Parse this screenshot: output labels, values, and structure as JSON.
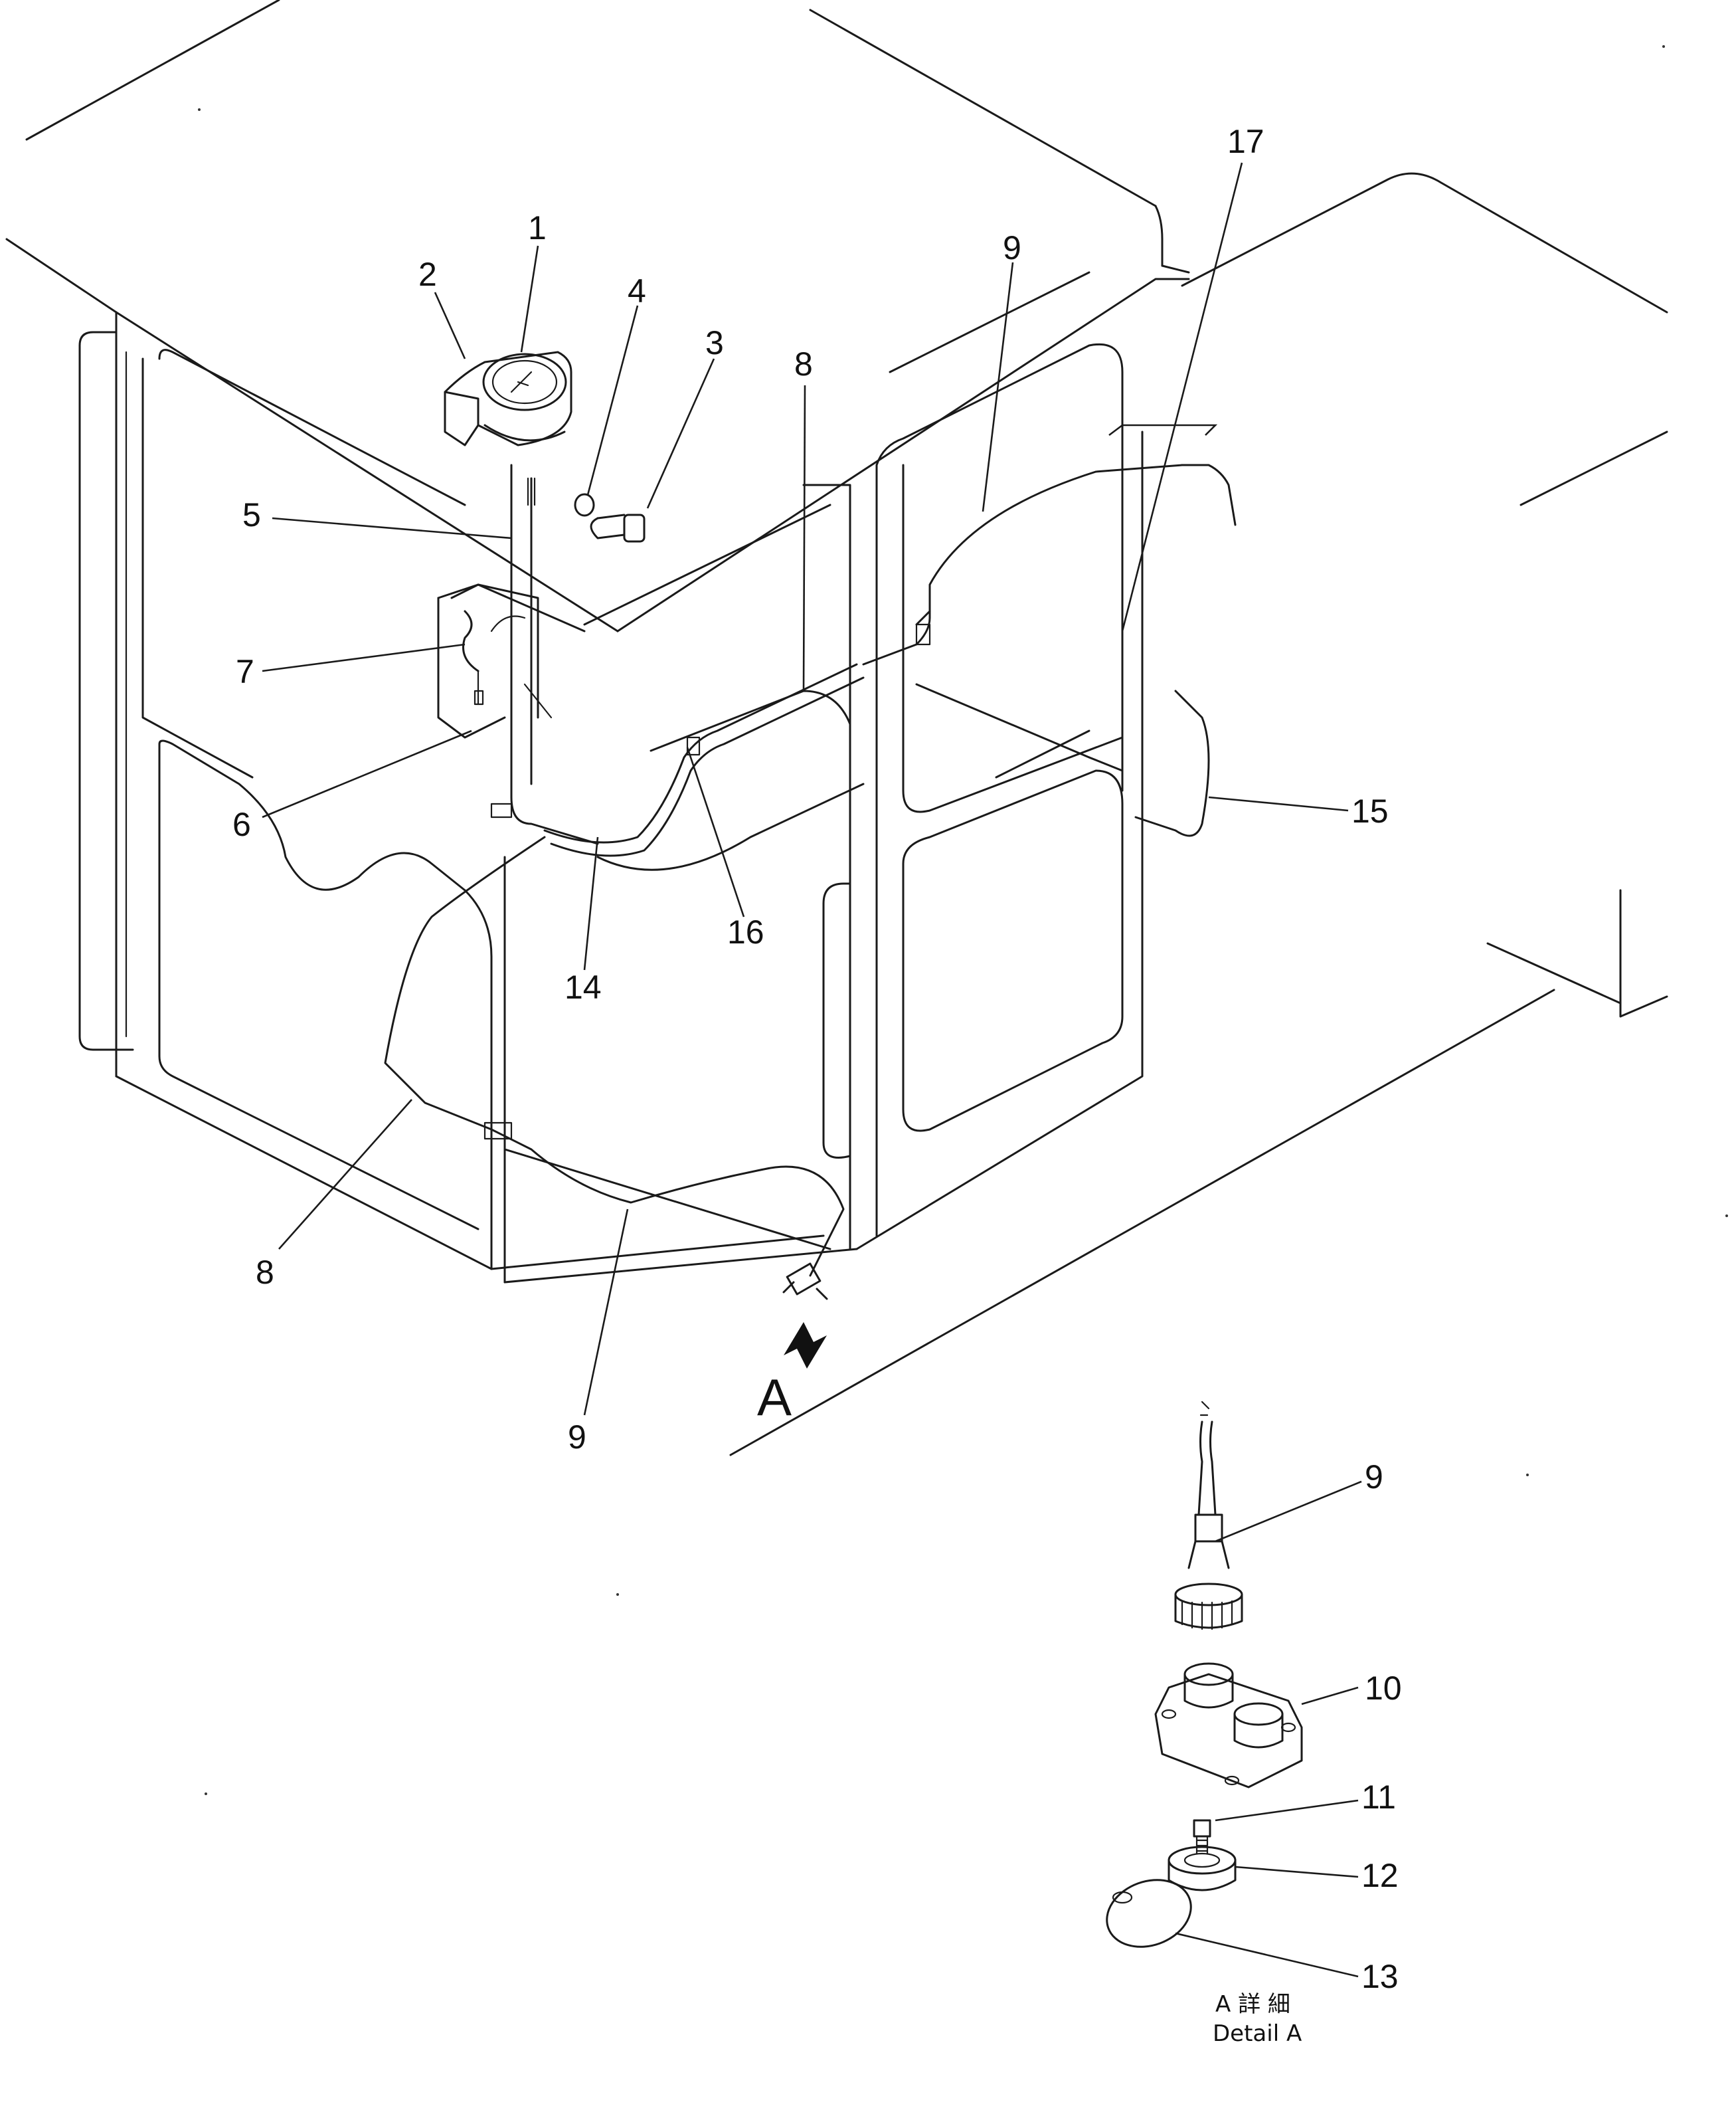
{
  "callouts": {
    "c1": "1",
    "c2": "2",
    "c3": "3",
    "c4": "4",
    "c5": "5",
    "c6": "6",
    "c7": "7",
    "c8a": "8",
    "c8b": "8",
    "c9a": "9",
    "c9b": "9",
    "c9c": "9",
    "c10": "10",
    "c11": "11",
    "c12": "12",
    "c13": "13",
    "c14": "14",
    "c15": "15",
    "c16": "16",
    "c17": "17"
  },
  "view_marker": "A",
  "detail_caption": {
    "line1": "A 詳 細",
    "line2": "Detail A"
  }
}
